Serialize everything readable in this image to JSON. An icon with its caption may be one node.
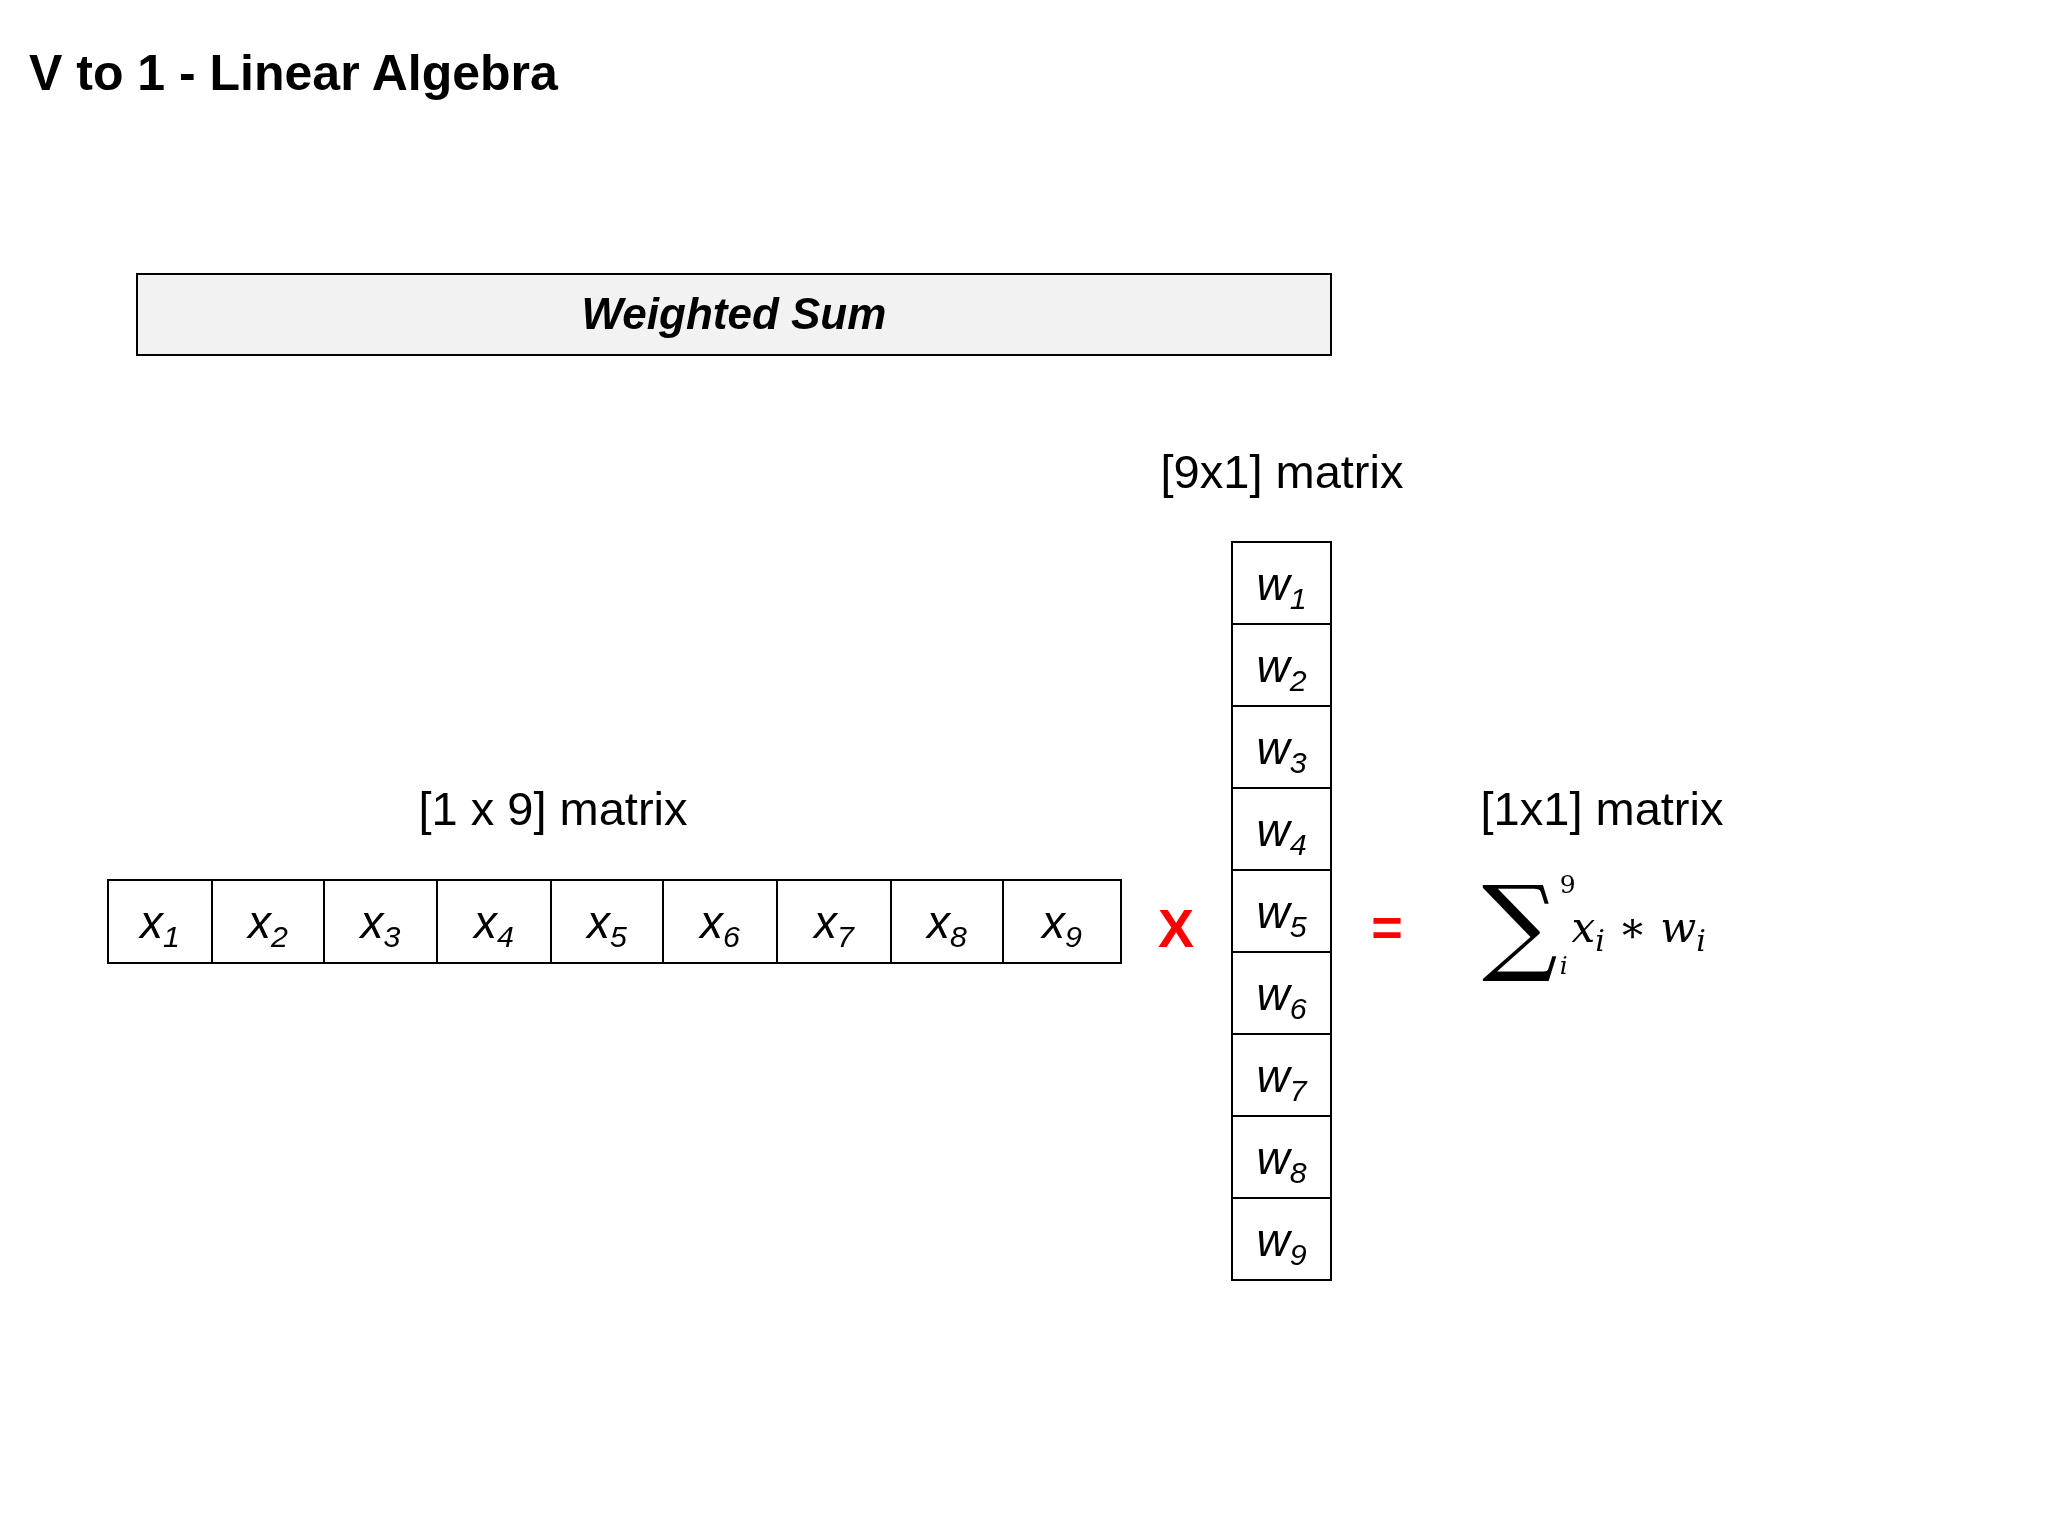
{
  "diagram": {
    "title": "V to 1 - Linear Algebra",
    "nodes": [
      {
        "text": [
          "Weighted Sum"
        ]
      },
      {
        "text": [
          "x$_{1}$"
        ]
      },
      {
        "text": [
          "x$_{2}$"
        ]
      },
      {
        "text": [
          "x$_{3}$"
        ]
      },
      {
        "text": [
          "x$_{4}$"
        ]
      },
      {
        "text": [
          "x$_{5}$"
        ]
      },
      {
        "text": [
          "x$_{6}$"
        ]
      },
      {
        "text": [
          "x$_{7}$"
        ]
      },
      {
        "text": [
          "x$_{8}$"
        ]
      },
      {
        "text": [
          "x$_{9}$"
        ]
      },
      {
        "text": [
          "w$_{1}$"
        ]
      },
      {
        "text": [
          "w$_{2}$"
        ]
      },
      {
        "text": [
          "w$_{3}$"
        ]
      },
      {
        "text": [
          "w$_{4}$"
        ]
      },
      {
        "text": [
          "w$_{5}$"
        ]
      },
      {
        "text": [
          "w$_{6}$"
        ]
      },
      {
        "text": [
          "w$_{7}$"
        ]
      },
      {
        "text": [
          "w$_{8}$"
        ]
      },
      {
        "text": [
          "w$_{9}$"
        ]
      }
    ],
    "labels": [
      "[9x1] matrix",
      "[1 x 9] matrix",
      "[1x1] matrix",
      "X",
      "=",
      "∑$^{9}$$_{i}$x$_{i}$ ∗ w$_{i}$"
    ]
  }
}
